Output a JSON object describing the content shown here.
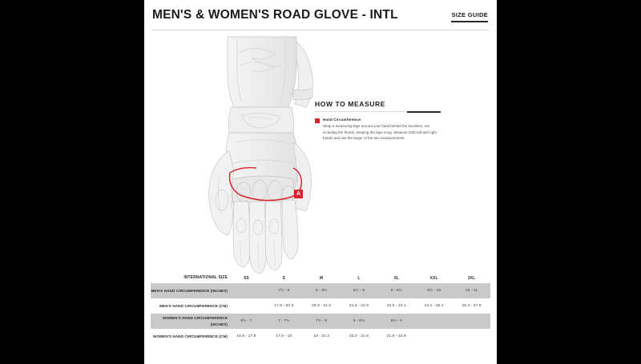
{
  "header": {
    "title": "MEN'S & WOMEN'S ROAD GLOVE - INTL",
    "size_guide_label": "SIZE GUIDE"
  },
  "illustration": {
    "measure_badge": "A",
    "alt_name": "road-glove-line-art"
  },
  "how_to_measure": {
    "title": "HOW TO MEASURE",
    "marker": "A",
    "item_label": "Hand Circumference:",
    "item_text": "Wrap a measuring tape around your hand behind the knuckles, not including the thumb, keeping the tape snug. Measure both left and right hands and use the larger of the two measurements."
  },
  "table": {
    "header_label": "INTERNATIONAL SIZE",
    "sizes": [
      "XS",
      "S",
      "M",
      "L",
      "XL",
      "XXL",
      "3XL"
    ],
    "rows": [
      {
        "label": "MEN'S HAND CIRCUMFERENCE (INCHES)",
        "shaded": true,
        "values": [
          "",
          "7½ - 8",
          "8 - 8½",
          "8½ - 9",
          "9 - 9½",
          "9½ - 10",
          "10 - 11"
        ]
      },
      {
        "label": "MEN'S HAND CIRCUMFERENCE (CM)",
        "shaded": false,
        "values": [
          "",
          "17.8 - 20.3",
          "20.3 - 21.6",
          "21.6 - 22.9",
          "22.9 - 24.1",
          "24.1 - 25.4",
          "25.4 - 27.9"
        ]
      },
      {
        "label": "WOMEN'S HAND CIRCUMFERENCE (INCHES)",
        "shaded": true,
        "values": [
          "6½ - 7",
          "7 - 7½",
          "7½ - 8",
          "8 - 8½",
          "8½ - 9",
          "",
          ""
        ]
      },
      {
        "label": "WOMEN'S HAND CIRCUMFERENCE (CM)",
        "shaded": false,
        "values": [
          "16.5 - 17.8",
          "17.8 - 19",
          "19 - 20.3",
          "20.3 - 21.6",
          "21.6 - 22.9",
          "",
          ""
        ]
      }
    ]
  },
  "colors": {
    "accent_red": "#d8252c",
    "band_gray": "#c9c9c9",
    "ink": "#1b1b1b",
    "letterbox": "#000000"
  }
}
